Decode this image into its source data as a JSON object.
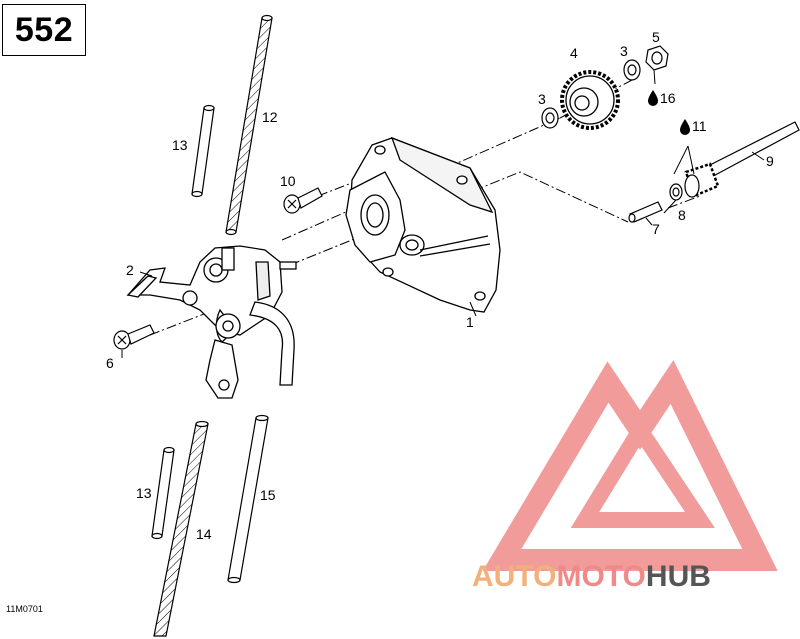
{
  "diagram_page_number": "552",
  "reference_code": "11M0701",
  "callouts": {
    "c1": "1",
    "c2": "2",
    "c3a": "3",
    "c3b": "3",
    "c4": "4",
    "c5": "5",
    "c6": "6",
    "c7": "7",
    "c8": "8",
    "c9": "9",
    "c10": "10",
    "c11": "11",
    "c12": "12",
    "c13a": "13",
    "c13b": "13",
    "c14": "14",
    "c15": "15",
    "c16": "16"
  },
  "watermark": {
    "part1": "AUTO",
    "part2": "MOTO",
    "part3": "HUB",
    "color_primary": "#f08a8a",
    "color_secondary": "#f3b07a",
    "color_dark": "#555555"
  },
  "icons": {
    "oil_drop": "oil-drop-icon"
  }
}
